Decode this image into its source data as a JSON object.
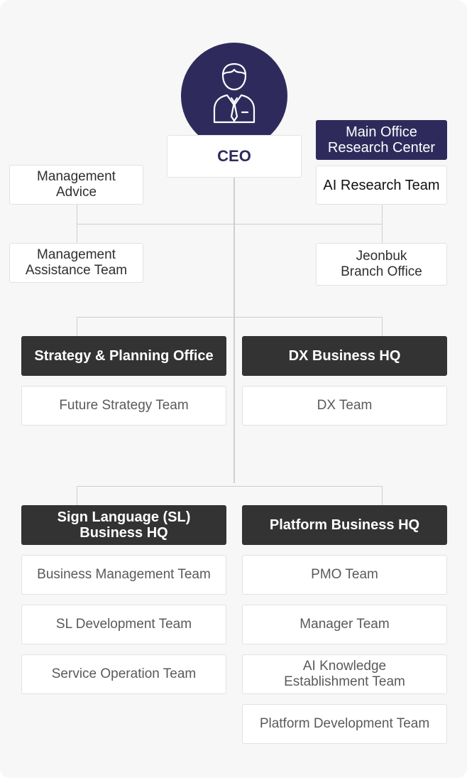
{
  "ceo": {
    "label": "CEO",
    "icon": "businessman-icon"
  },
  "side_left": {
    "advice": "Management\nAdvice",
    "assistance": "Management\nAssistance Team"
  },
  "side_right": {
    "research_center": "Main Office\nResearch Center",
    "ai_research": "AI Research Team",
    "branch": "Jeonbuk\nBranch Office"
  },
  "divisions": [
    {
      "title": "Strategy & Planning Office",
      "teams": [
        "Future Strategy Team"
      ]
    },
    {
      "title": "DX Business HQ",
      "teams": [
        "DX Team"
      ]
    },
    {
      "title": "Sign Language (SL)\nBusiness HQ",
      "teams": [
        "Business Management Team",
        "SL Development Team",
        "Service Operation Team"
      ]
    },
    {
      "title": "Platform Business HQ",
      "teams": [
        "PMO Team",
        "Manager Team",
        "AI Knowledge\nEstablishment Team",
        "Platform Development Team"
      ]
    }
  ],
  "colors": {
    "navy": "#2e2b5c",
    "dark": "#333333",
    "line": "#cfcfcf",
    "background": "#f7f7f7"
  }
}
